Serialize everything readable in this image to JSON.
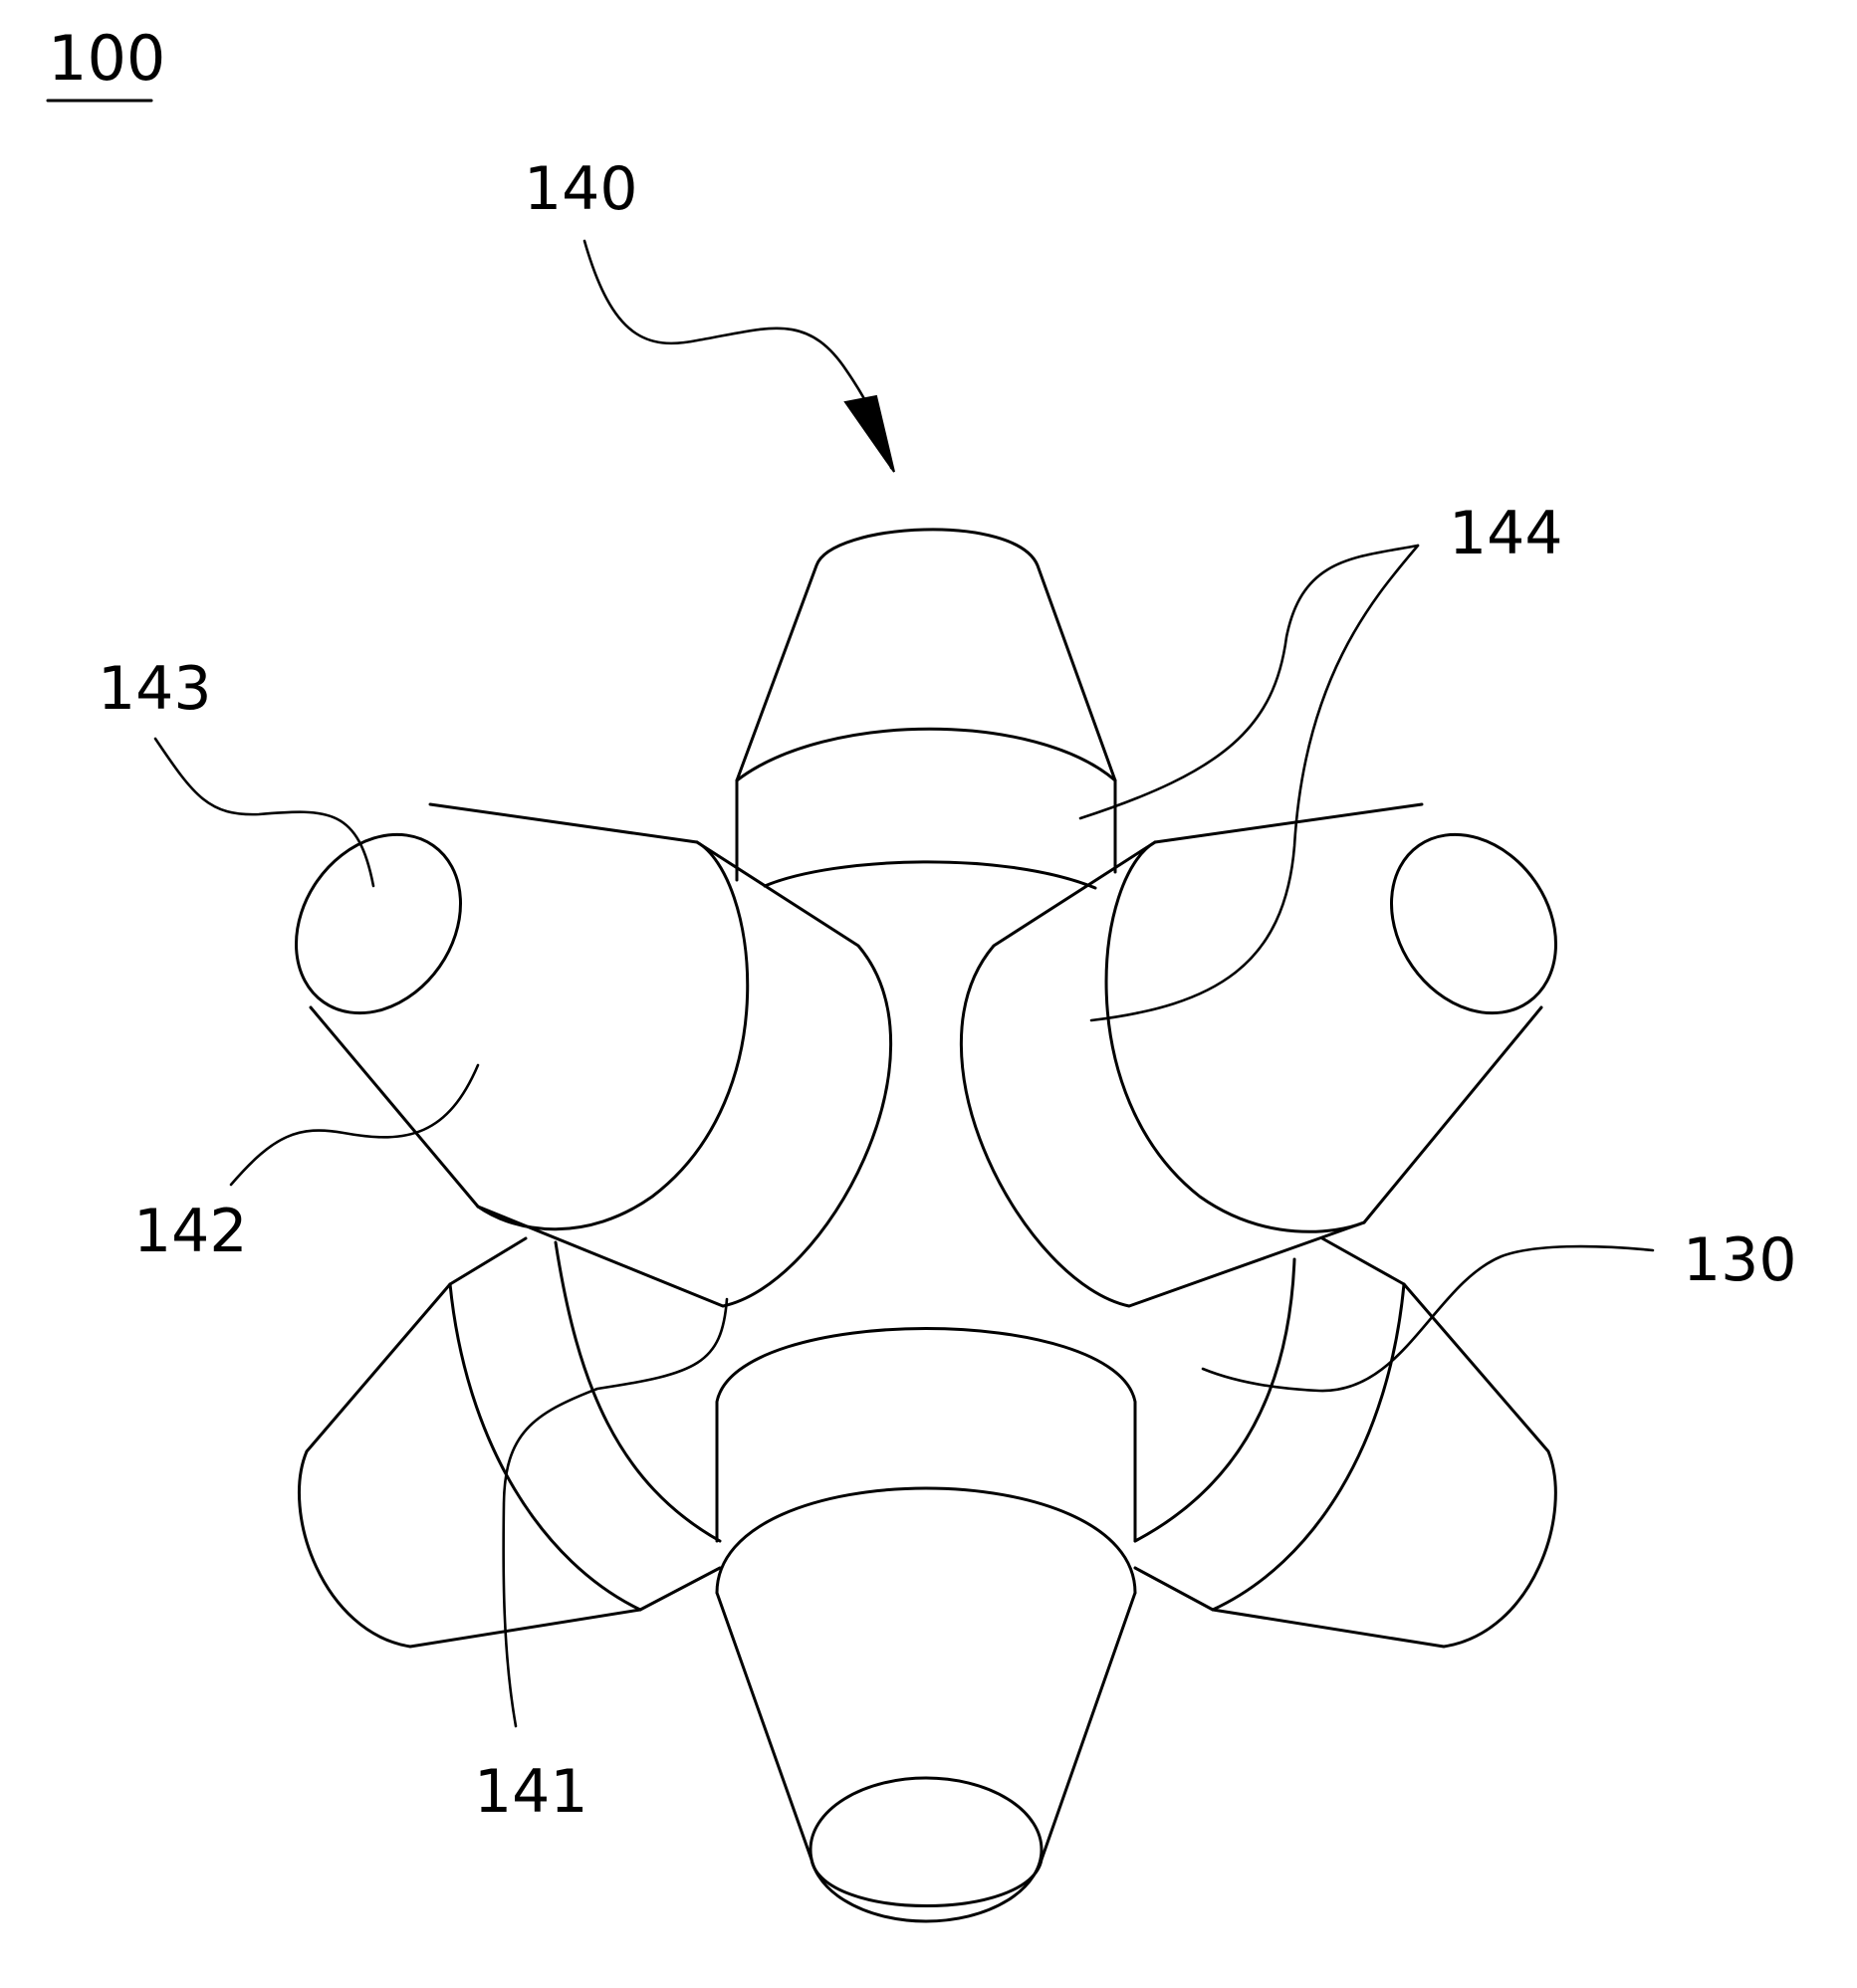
{
  "figure": {
    "number": "100",
    "labels": {
      "l140": "140",
      "l144": "144",
      "l143": "143",
      "l142": "142",
      "l130": "130",
      "l141": "141"
    }
  }
}
